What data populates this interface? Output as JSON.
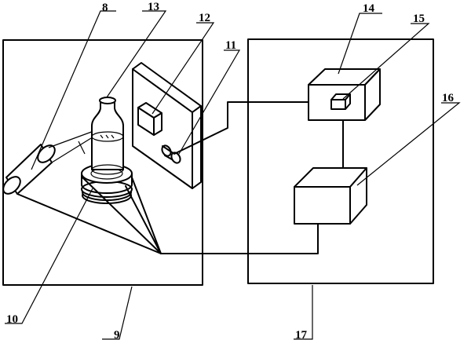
{
  "labels": {
    "l8": "8",
    "l13": "13",
    "l12": "12",
    "l11": "11",
    "l14": "14",
    "l15": "15",
    "l16": "16",
    "l10": "10",
    "l9": "9",
    "l17": "17"
  }
}
